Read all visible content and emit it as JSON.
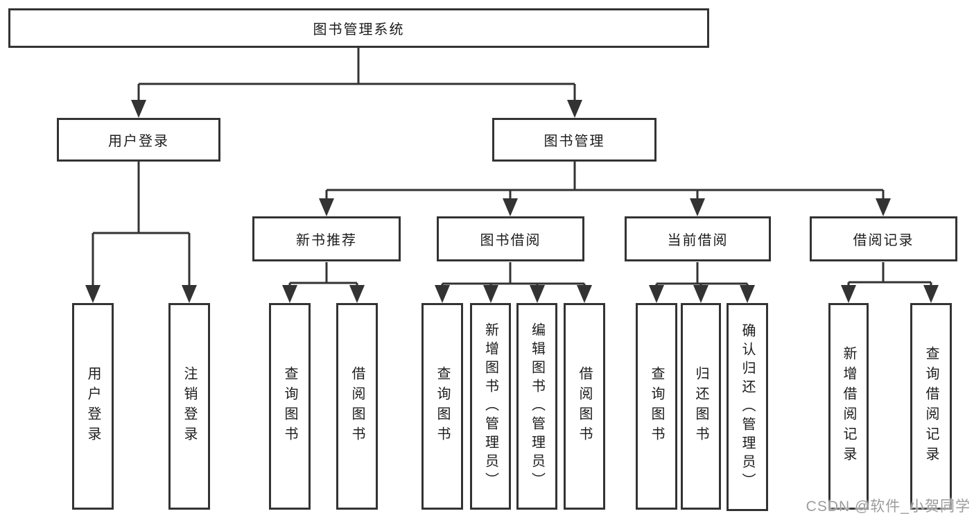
{
  "diagram_title": "图书管理系统",
  "tree": {
    "root": {
      "label": "图书管理系统"
    },
    "branches": [
      {
        "label": "用户登录",
        "children": [
          {
            "label": "用户登录"
          },
          {
            "label": "注销登录"
          }
        ]
      },
      {
        "label": "图书管理",
        "children": [
          {
            "label": "新书推荐",
            "children": [
              {
                "label": "查询图书"
              },
              {
                "label": "借阅图书"
              }
            ]
          },
          {
            "label": "图书借阅",
            "children": [
              {
                "label": "查询图书"
              },
              {
                "label": "新增图书（管理员）"
              },
              {
                "label": "编辑图书（管理员）"
              },
              {
                "label": "借阅图书"
              }
            ]
          },
          {
            "label": "当前借阅",
            "children": [
              {
                "label": "查询图书"
              },
              {
                "label": "归还图书"
              },
              {
                "label": "确认归还（管理员）"
              }
            ]
          },
          {
            "label": "借阅记录",
            "children": [
              {
                "label": "新增借阅记录"
              },
              {
                "label": "查询借阅记录"
              }
            ]
          }
        ]
      }
    ]
  },
  "watermark": "CSDN @软件_小贺同学",
  "colors": {
    "line": "#333333",
    "text": "#1c1c1c",
    "watermark": "#9c9c9c",
    "background": "#ffffff"
  }
}
